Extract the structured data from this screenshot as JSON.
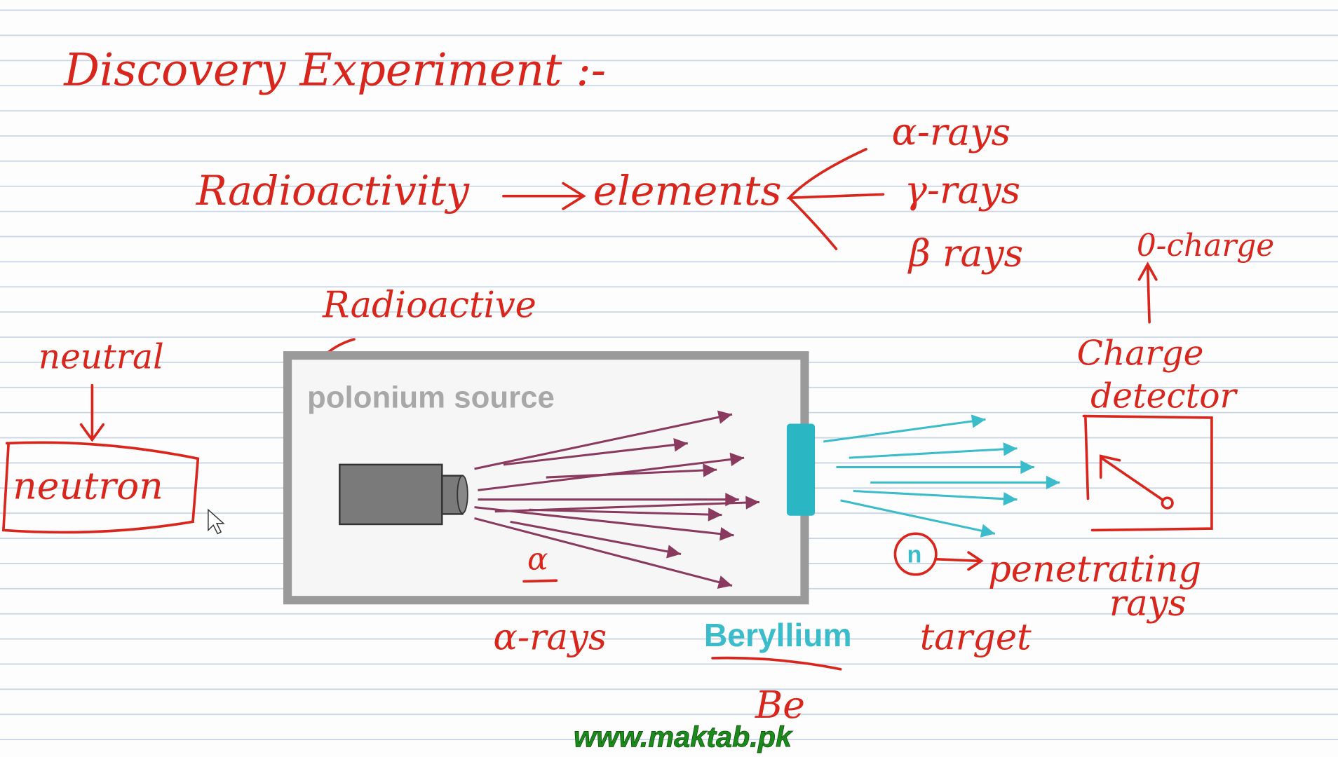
{
  "title": "Discovery Experiment :-",
  "flow": {
    "start": "Radioactivity",
    "middle": "elements",
    "rays": [
      "α-rays",
      "γ-rays",
      "β rays"
    ]
  },
  "labels": {
    "radioactive": "Radioactive",
    "neutral": "neutral",
    "neutron": "neutron",
    "zero_charge": "0-charge",
    "charge_detector_1": "Charge",
    "charge_detector_2": "detector",
    "source": "polonium source",
    "alpha": "α",
    "alpha_rays": "α-rays",
    "beryllium": "Beryllium",
    "be": "Be",
    "target": "target",
    "n": "n",
    "penetrating": "penetrating",
    "rays": "rays"
  },
  "watermark": "www.maktab.pk",
  "colors": {
    "ink": "#d9261c",
    "beryllium": "#2bb6c4",
    "alpha_arrows": "#8a3a5e",
    "watermark": "#1a8a1a"
  }
}
